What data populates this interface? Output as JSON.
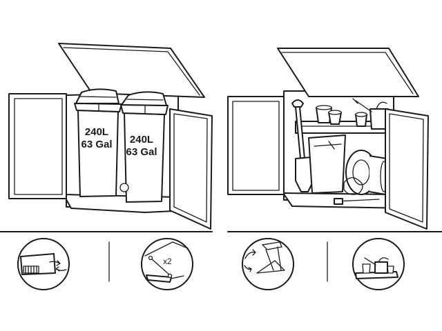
{
  "bin_left": {
    "line1": "240L",
    "line2": "63 Gal"
  },
  "bin_right": {
    "line1": "240L",
    "line2": "63 Gal"
  },
  "detail_chain": {
    "multiplier": "x2"
  }
}
